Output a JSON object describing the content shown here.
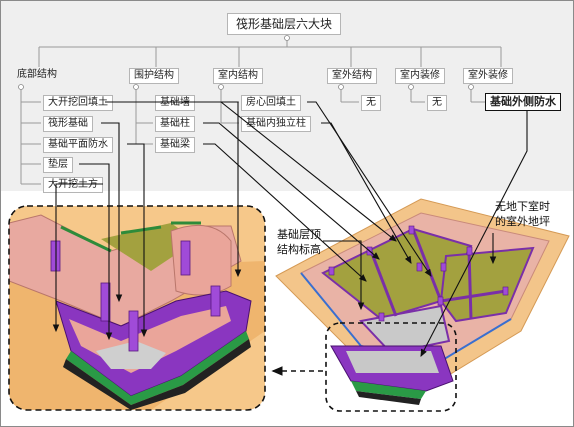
{
  "tree": {
    "root": "筏形基础层六大块",
    "categories": [
      "底部结构",
      "围护结构",
      "室内结构",
      "室外结构",
      "室内装修",
      "室外装修"
    ],
    "bottom_items": [
      "大开挖回填土",
      "筏形基础",
      "基础平面防水",
      "垫层",
      "大开挖土方"
    ],
    "enclosure_items": [
      "基础墙",
      "基础柱",
      "基础梁"
    ],
    "indoor_items": [
      "房心回填土",
      "基础内独立柱"
    ],
    "outdoor_struct_value": "无",
    "indoor_deco_value": "无",
    "outdoor_deco_highlight": "基础外侧防水"
  },
  "annotations": {
    "top_elevation_line1": "基础层顶",
    "top_elevation_line2": "结构标高",
    "no_basement_line1": "无地下室时",
    "no_basement_line2": "的室外地坪"
  },
  "colors": {
    "background": "#ffffff",
    "tree_band": "#efefef",
    "node_border": "#b5b5b5",
    "slab_orange": "#f0b070",
    "wall_pink": "#e8a9a0",
    "column_purple": "#9b3fc8",
    "floor_olive": "#9a9a3e",
    "waterproof_green": "#2e8b3a",
    "base_black": "#222222"
  }
}
